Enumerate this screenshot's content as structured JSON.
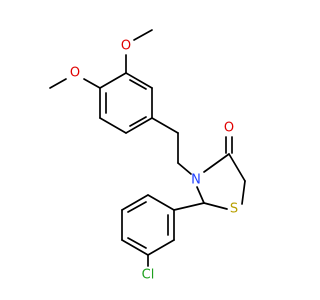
{
  "atoms": {
    "o_methoxy_top": {
      "symbol": "O",
      "color": "#e00000"
    },
    "o_methoxy_left": {
      "symbol": "O",
      "color": "#e00000"
    },
    "o_carbonyl": {
      "symbol": "O",
      "color": "#e00000"
    },
    "n_ring": {
      "symbol": "N",
      "color": "#1f3fff"
    },
    "s_ring": {
      "symbol": "S",
      "color": "#b8a000"
    },
    "cl": {
      "symbol": "Cl",
      "color": "#1ea01e"
    }
  },
  "colors": {
    "bond": "#000000",
    "background": "#ffffff"
  }
}
